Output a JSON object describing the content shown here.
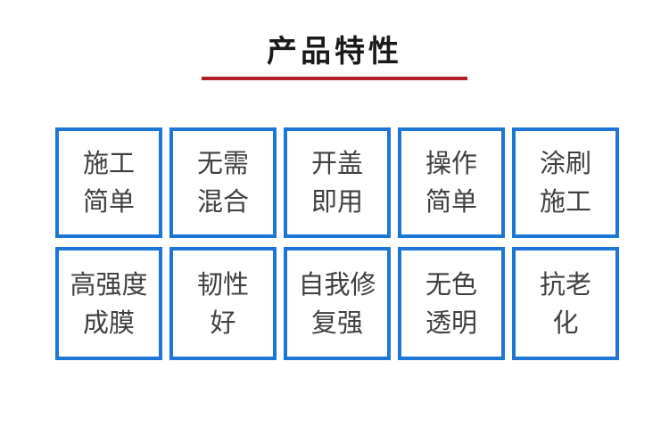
{
  "header": {
    "title": "产品特性"
  },
  "colors": {
    "box_border_blue": "#1b76d6",
    "title_underline_red": "#b01f24",
    "title_text": "#1a1a1a",
    "feature_text": "#404040",
    "page_bg": "#ffffff"
  },
  "features": [
    {
      "line1": "施工",
      "line2": "简单"
    },
    {
      "line1": "无需",
      "line2": "混合"
    },
    {
      "line1": "开盖",
      "line2": "即用"
    },
    {
      "line1": "操作",
      "line2": "简单"
    },
    {
      "line1": "涂刷",
      "line2": "施工"
    },
    {
      "line1": "高强度",
      "line2": "成膜"
    },
    {
      "line1": "韧性",
      "line2": "好"
    },
    {
      "line1": "自我修",
      "line2": "复强"
    },
    {
      "line1": "无色",
      "line2": "透明"
    },
    {
      "line1": "抗老",
      "line2": "化"
    }
  ]
}
